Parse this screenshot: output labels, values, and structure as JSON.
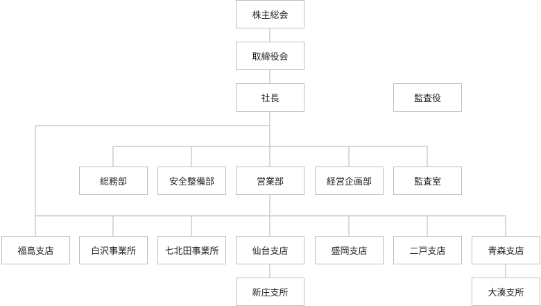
{
  "org_chart": {
    "top": {
      "shareholders_meeting": "株主総会",
      "board": "取締役会",
      "president": "社長",
      "auditor": "監査役"
    },
    "departments": [
      "総務部",
      "安全整備部",
      "営業部",
      "経営企画部",
      "監査室"
    ],
    "branches": [
      "福島支店",
      "白沢事業所",
      "七北田事業所",
      "仙台支店",
      "盛岡支店",
      "二戸支店",
      "青森支店"
    ],
    "sub_offices": {
      "sendai": "新庄支所",
      "aomori": "大湊支所"
    }
  },
  "colors": {
    "box_border": "#bdbdbd",
    "connector_line": "#cccccc",
    "text": "#222222",
    "background": "#ffffff"
  }
}
